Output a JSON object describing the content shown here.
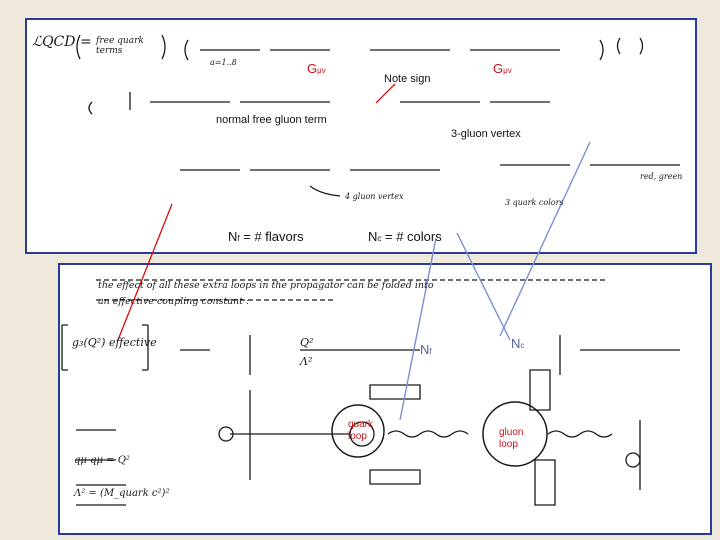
{
  "top_panel": {
    "g_mn_left": "G",
    "g_mn_left_sub": "μν",
    "note_sign": "Note  sign",
    "g_mn_right": "G",
    "g_mn_right_sub": "μν",
    "normal_free_gluon_term": "normal free gluon term",
    "three_gluon_vertex": "3-gluon  vertex",
    "nf_def": "= # flavors",
    "nf_symbol": "N",
    "nf_sub": "f",
    "nc_def": "= # colors",
    "nc_symbol": "N",
    "nc_sub": "c",
    "hand": {
      "lagrangian": "ℒQCD =",
      "free_quark_terms": "free quark terms",
      "sum_a_1_8": "a=1..8",
      "four_gluon_vertex": "4 gluon vertex",
      "three_quarks": "3 quark colors",
      "red_green": "red, green"
    }
  },
  "bottom_panel": {
    "nf_symbol": "N",
    "nf_sub": "f",
    "nc_symbol": "N",
    "nc_sub": "c",
    "quark_loop": "quark\nloop",
    "gluon_loop": "gluon\nloop",
    "hand": {
      "effect_text_1": "the effect of all these extra loops in the propagator can be folded into",
      "effect_text_2": "an effective coupling constant :",
      "g_effective": "g₃(Q²) effective",
      "q_squared": "Q²",
      "lambda": "Λ²",
      "q_def": "qμ qμ = Q²",
      "lambda_def": "Λ² = (M_quark c²)²"
    }
  },
  "colors": {
    "panel_border": "#2b3aa0",
    "label_red": "#c0151b",
    "connector_red": "#d01010",
    "connector_blue": "#7d8fd4",
    "page_background": "#efe9dc"
  }
}
